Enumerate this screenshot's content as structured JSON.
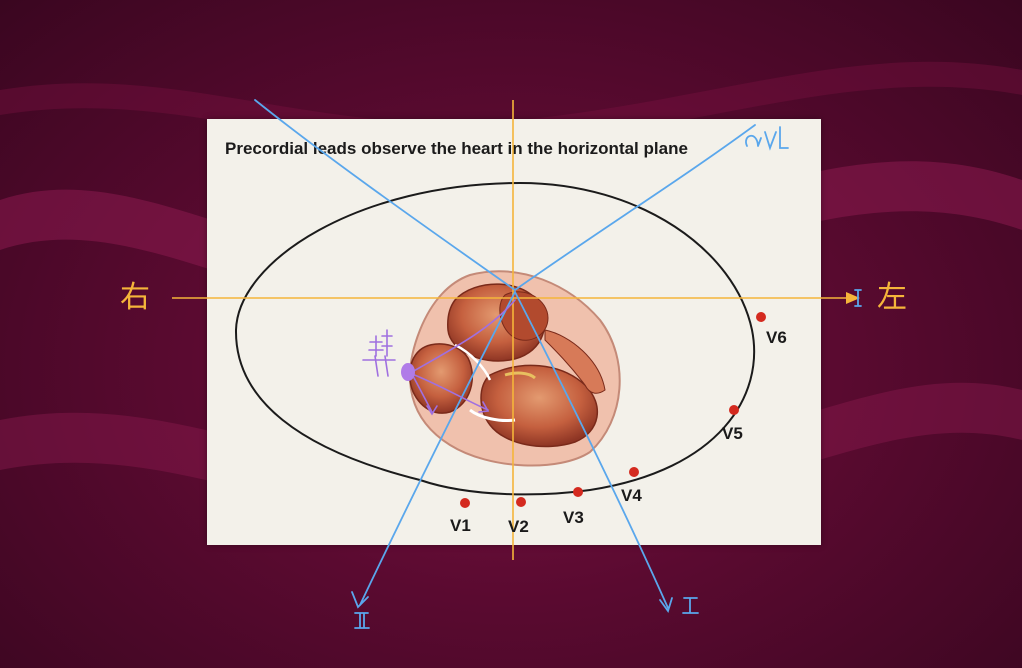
{
  "diagram": {
    "title": "Precordial leads observe the heart in the horizontal plane",
    "direction_labels": {
      "right": "右",
      "left": "左"
    },
    "leads": [
      {
        "id": "v1",
        "label": "V1"
      },
      {
        "id": "v2",
        "label": "V2"
      },
      {
        "id": "v3",
        "label": "V3"
      },
      {
        "id": "v4",
        "label": "V4"
      },
      {
        "id": "v5",
        "label": "V5"
      },
      {
        "id": "v6",
        "label": "V6"
      }
    ],
    "colors": {
      "background": "#5a0a30",
      "axis": "#f5b53a",
      "annotation_lines": "#5aa7ec",
      "electrode": "#d42a1f",
      "purple_annotation": "#a070e0",
      "card": "#f3f1ea"
    },
    "icons": [
      "heart-cross-section-illustration",
      "electrode-dot-icon",
      "arrow-head-icon"
    ]
  }
}
